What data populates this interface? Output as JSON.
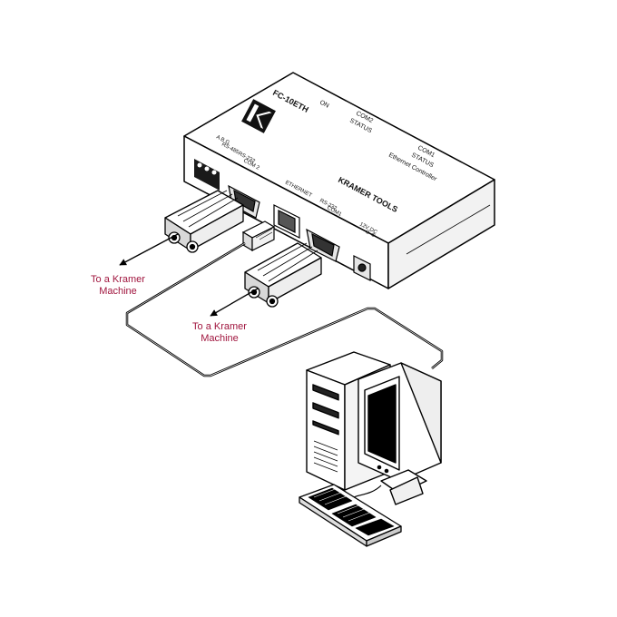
{
  "device": {
    "model": "FC-10ETH",
    "brand_line": "KRAMER TOOLS",
    "subtitle": "Ethernet Controller",
    "top_labels": {
      "on": "ON",
      "status_com2_a": "COM2",
      "status_com2_b": "STATUS",
      "status_com1_a": "COM1",
      "status_com1_b": "STATUS"
    },
    "front_labels": {
      "abg": "A B G",
      "rs485": "RS-485",
      "rs232_com2_a": "RS-232",
      "rs232_com2_b": "COM 2",
      "ethernet": "ETHERNET",
      "rs232_com1_a": "RS-232",
      "rs232_com1_b": "COM1",
      "power_a": "12V DC",
      "power_b": "⊖-⊕"
    }
  },
  "callouts": {
    "machine_1_line1": "To a Kramer",
    "machine_1_line2": "Machine",
    "machine_2_line1": "To a Kramer",
    "machine_2_line2": "Machine"
  },
  "colors": {
    "callout_text": "#a0153e",
    "line": "#000000"
  },
  "icons": [
    "kramer-logo-icon",
    "computer-tower-icon",
    "crt-monitor-icon",
    "keyboard-icon",
    "db9-connector-icon",
    "rj45-plug-icon"
  ]
}
